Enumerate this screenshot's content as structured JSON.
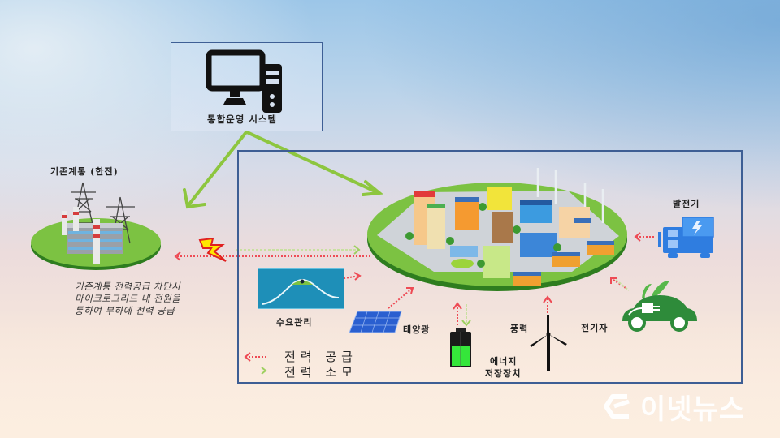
{
  "diagram": {
    "type": "microgrid-system-diagram",
    "central_system": {
      "label": "통합운영 시스템",
      "icon": "desktop-computer-icon"
    },
    "existing_grid": {
      "label": "기존계통 (한전)",
      "icon": "power-plant-with-transmission-towers-icon"
    },
    "grid_note": {
      "lines": [
        "기존계통 전력공급 차단시",
        "마이크로그리드 내 전원을",
        "통하여 부하에 전력 공급"
      ]
    },
    "microgrid": {
      "icon": "smart-city-island-icon"
    },
    "components": [
      {
        "id": "generator",
        "label": "발전기",
        "icon": "generator-icon",
        "flow": "supply"
      },
      {
        "id": "ev",
        "label": "전기자",
        "icon": "electric-car-icon",
        "flow": "supply-and-consume"
      },
      {
        "id": "wind",
        "label": "풍력",
        "icon": "wind-turbine-icon",
        "flow": "supply"
      },
      {
        "id": "storage",
        "label_line1": "에너지",
        "label_line2": "저장장치",
        "icon": "battery-icon",
        "flow": "supply-and-consume"
      },
      {
        "id": "solar",
        "label": "태양광",
        "icon": "solar-panel-icon",
        "flow": "supply"
      },
      {
        "id": "demand",
        "label": "수요관리",
        "icon": "demand-curve-icon",
        "flow": "supply"
      }
    ],
    "legend": {
      "supply": {
        "label": "전력 공급",
        "symbol": "<·······",
        "color": "#e8484e"
      },
      "consume": {
        "label": "전력 소모",
        "symbol": ">",
        "color": "#8cc34a"
      }
    },
    "colors": {
      "box_border": "#3d5e94",
      "control_arrow": "#8dc63f",
      "supply_arrow": "#ee4b55",
      "island_green": "#7cc242",
      "generator_blue": "#2f7de0",
      "ev_green": "#2e8b3a"
    }
  },
  "watermark": {
    "text": "이넷뉴스",
    "logo": "e-logo-icon"
  }
}
